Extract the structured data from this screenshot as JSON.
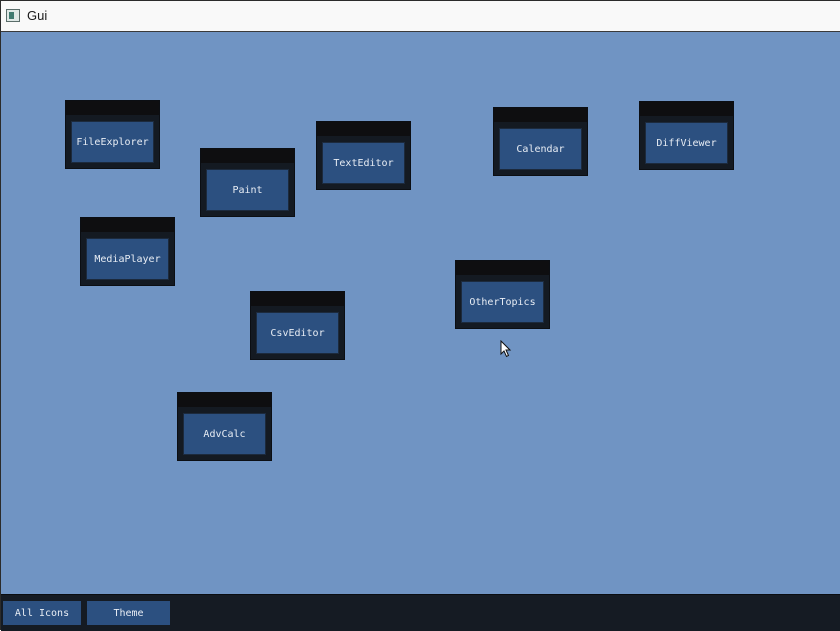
{
  "window": {
    "title": "Gui"
  },
  "apps": [
    {
      "id": "fileexplorer",
      "label": "FileExplorer"
    },
    {
      "id": "paint",
      "label": "Paint"
    },
    {
      "id": "texteditor",
      "label": "TextEditor"
    },
    {
      "id": "calendar",
      "label": "Calendar"
    },
    {
      "id": "diffviewer",
      "label": "DiffViewer"
    },
    {
      "id": "mediaplayer",
      "label": "MediaPlayer"
    },
    {
      "id": "othertopics",
      "label": "OtherTopics"
    },
    {
      "id": "csveditor",
      "label": "CsvEditor"
    },
    {
      "id": "advcalc",
      "label": "AdvCalc"
    }
  ],
  "taskbar": {
    "all_icons_label": "All Icons",
    "theme_label": "Theme"
  },
  "colors": {
    "desktop": "#7094c3",
    "button": "#2c5080",
    "taskbar": "#151b23",
    "window_header": "#0e0e10"
  }
}
